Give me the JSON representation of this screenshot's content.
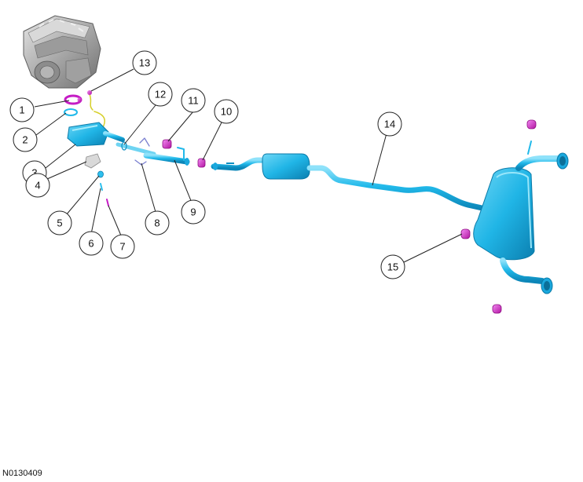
{
  "figure_ref": "N0130409",
  "colors": {
    "pipe": "#21b9ea",
    "pipe_dark": "#0e8fc2",
    "pipe_light": "#7fdcf7",
    "hardware": "#d21fd2",
    "hardware_light": "#f07cf0",
    "engine": "#bdbdbd",
    "engine_dark": "#7a7a7a",
    "line": "#222222"
  },
  "callouts": [
    {
      "id": 1,
      "label": "1"
    },
    {
      "id": 2,
      "label": "2"
    },
    {
      "id": 3,
      "label": "3"
    },
    {
      "id": 4,
      "label": "4"
    },
    {
      "id": 5,
      "label": "5"
    },
    {
      "id": 6,
      "label": "6"
    },
    {
      "id": 7,
      "label": "7"
    },
    {
      "id": 8,
      "label": "8"
    },
    {
      "id": 9,
      "label": "9"
    },
    {
      "id": 10,
      "label": "10"
    },
    {
      "id": 11,
      "label": "11"
    },
    {
      "id": 12,
      "label": "12"
    },
    {
      "id": 13,
      "label": "13"
    },
    {
      "id": 14,
      "label": "14"
    },
    {
      "id": 15,
      "label": "15"
    }
  ]
}
